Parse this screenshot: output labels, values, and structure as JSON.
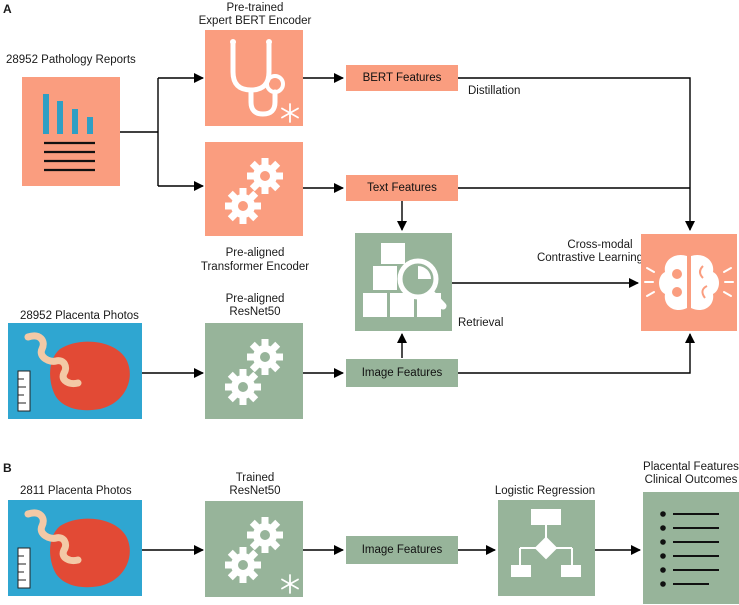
{
  "colors": {
    "salmon": "#fa9d7f",
    "sage": "#97b49a",
    "photo_bg": "#2fa6d1",
    "placenta": "#e24a35",
    "cord": "#f3c9a6",
    "chart_bars": "#2f9fc4",
    "arrow": "#000000"
  },
  "panel_a": {
    "label": "A",
    "reports_title": "28952 Pathology Reports",
    "photos_title": "28952 Placenta Photos",
    "bert_title_1": "Pre-trained",
    "bert_title_2": "Expert BERT Encoder",
    "transformer_title_1": "Pre-aligned",
    "transformer_title_2": "Transformer Encoder",
    "resnet_title_1": "Pre-aligned",
    "resnet_title_2": "ResNet50",
    "bert_features": "BERT Features",
    "text_features": "Text Features",
    "image_features": "Image Features",
    "distillation": "Distillation",
    "retrieval": "Retrieval",
    "contrastive_1": "Cross-modal",
    "contrastive_2": "Contrastive Learning"
  },
  "panel_b": {
    "label": "B",
    "photos_title": "2811 Placenta Photos",
    "resnet_title_1": "Trained",
    "resnet_title_2": "ResNet50",
    "image_features": "Image Features",
    "regression_title": "Logistic Regression",
    "outcomes_title_1": "Placental Features",
    "outcomes_title_2": "Clinical Outcomes"
  },
  "icons": {
    "report": "report-chart-icon",
    "stethoscope": "stethoscope-icon",
    "snowflake": "snowflake-icon",
    "gears": "gears-icon",
    "retrieval": "search-boxes-icon",
    "brain": "brain-icon",
    "placenta": "placenta-photo-icon",
    "flowchart": "flowchart-icon",
    "list": "list-icon"
  }
}
